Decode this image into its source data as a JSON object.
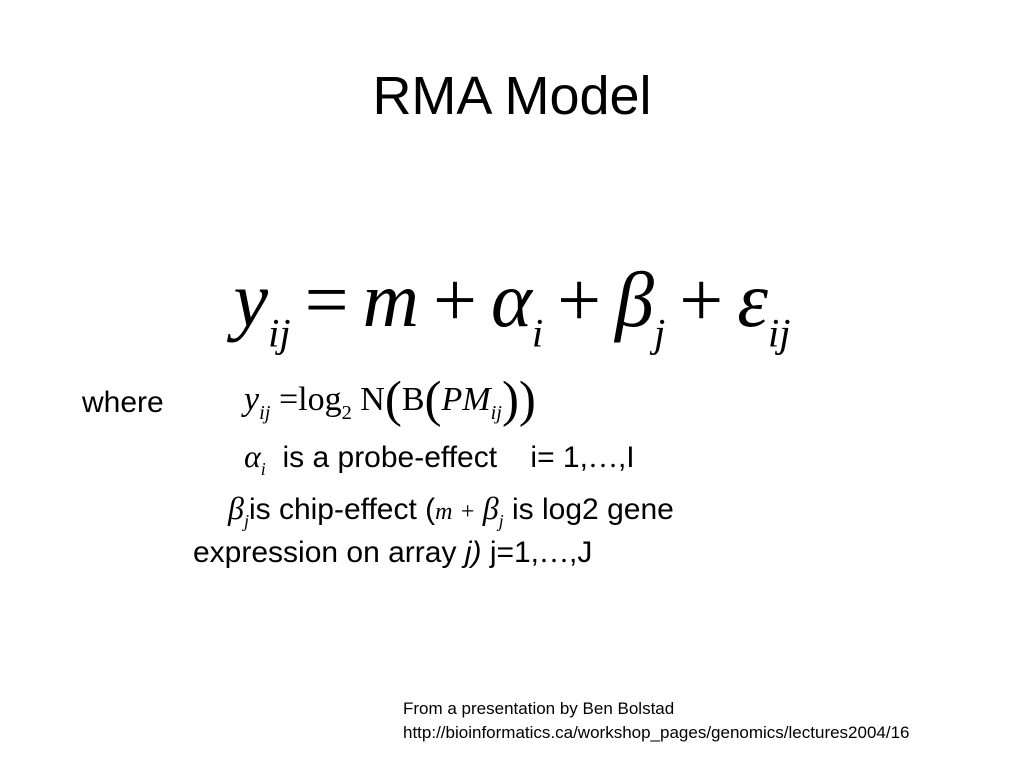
{
  "slide": {
    "title": "RMA Model",
    "main_equation": {
      "lhs": "y",
      "lhs_sub": "ij",
      "equals": "=",
      "m": "m",
      "plus": "+",
      "alpha": "α",
      "alpha_sub": "i",
      "beta": "β",
      "beta_sub": "j",
      "epsilon": "ε",
      "epsilon_sub": "ij"
    },
    "where_label": "where",
    "definition_y": {
      "y": "y",
      "y_sub": "ij",
      "equals": "=",
      "log": "log",
      "log_base": "2",
      "N": "N",
      "B": "B",
      "PM": "PM",
      "PM_sub": "ij",
      "open": "(",
      "close": ")"
    },
    "definition_alpha": {
      "symbol": "α",
      "symbol_sub": "i",
      "text": "is a probe-effect",
      "range_prefix": "i= 1,",
      "ellipsis": "…",
      "range_suffix": ",I"
    },
    "definition_beta": {
      "symbol": "β",
      "symbol_sub": "j",
      "text": "is chip-effect (",
      "inline_m": "m",
      "inline_plus": "+",
      "inline_beta": "β",
      "inline_beta_sub": "j",
      "text2": "is log2 gene"
    },
    "definition_beta_line2": {
      "text": "expression on array",
      "italic": "j)",
      "range_prefix": "j=1,",
      "ellipsis": "…",
      "range_suffix": ",J"
    },
    "credit": {
      "line1": "From a presentation by Ben Bolstad",
      "line2": "http://bioinformatics.ca/workshop_pages/genomics/lectures2004/16"
    }
  }
}
